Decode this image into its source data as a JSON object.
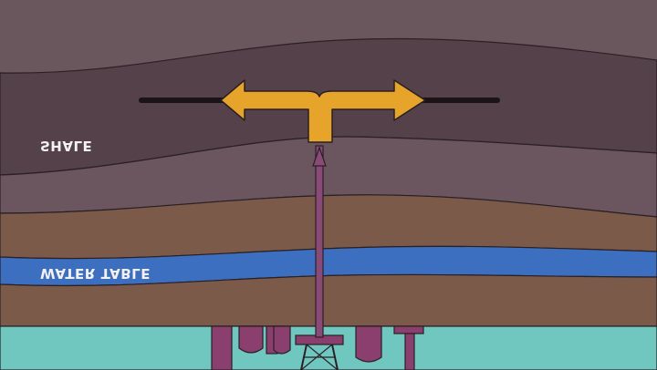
{
  "labels": {
    "shale": "SHALE",
    "water_table": "WATER TABLE"
  },
  "colors": {
    "top_rock": "#6a565d",
    "shale_band": "#54414a",
    "shale_lower": "#6b565f",
    "soil_upper": "#7b5a4a",
    "water": "#3d6fc0",
    "soil_lower": "#7b5a4a",
    "surface": "#6fc7bf",
    "arrow": "#e6a52a",
    "pipe": "#8a4a78",
    "structure": "#8b3f6e"
  },
  "icons": {
    "arrow": "double-headed-horizontal-arrow",
    "rig": "drilling-rig-icon"
  }
}
